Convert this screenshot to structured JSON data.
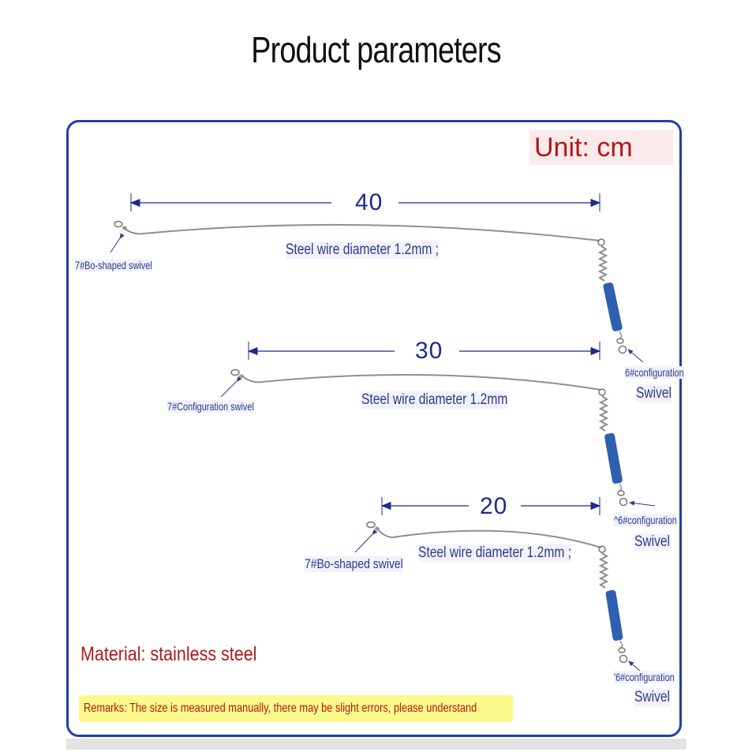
{
  "title": "Product parameters",
  "unit_label": "Unit: cm",
  "material_label": "Material: stainless steel",
  "remarks_label": "Remarks: The size is measured manually, there may be slight errors, please understand",
  "leaders": [
    {
      "length": "40",
      "left_swivel": "7#Bo-shaped swivel",
      "wire_label": "Steel wire diameter 1.2mm ;",
      "right_swivel_line1": "6#configuration",
      "right_swivel_line2": "Swivel"
    },
    {
      "length": "30",
      "left_swivel": "7#Configuration swivel",
      "wire_label": "Steel wire diameter 1.2mm",
      "right_swivel_line1": "^6#configuration",
      "right_swivel_line2": "Swivel"
    },
    {
      "length": "20",
      "left_swivel": "7#Bo-shaped swivel",
      "wire_label": "Steel wire diameter 1.2mm ;",
      "right_swivel_line1": "'6#configuration",
      "right_swivel_line2": "Swivel"
    }
  ],
  "colors": {
    "frame": "#1f3fa8",
    "label_text": "#2b3a8c",
    "accent_red": "#b01818",
    "sleeve": "#2e5fb0",
    "remarks_bg": "#fbf98a"
  }
}
